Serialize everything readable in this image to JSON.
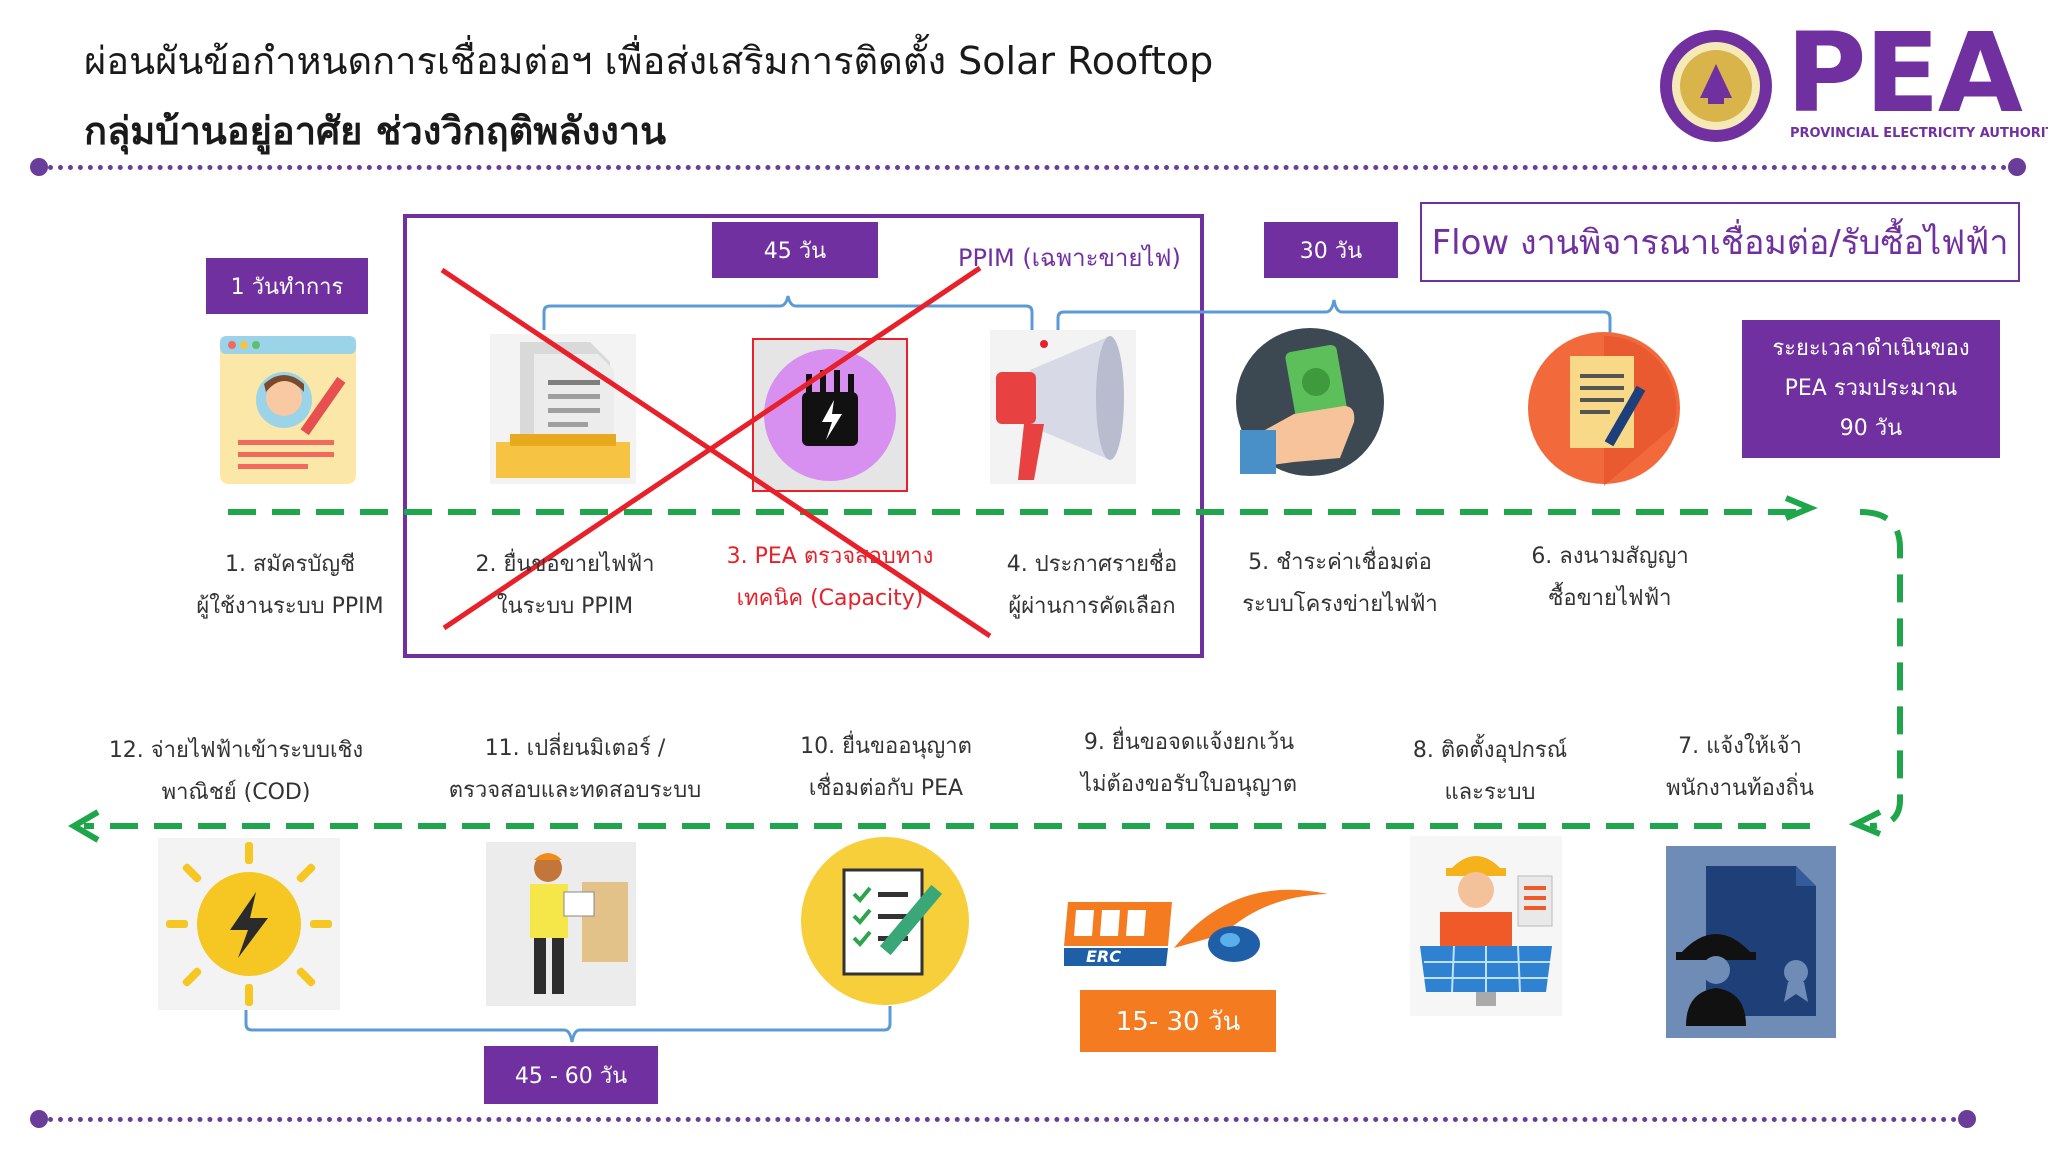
{
  "header": {
    "title_line1": "ผ่อนผันข้อกำหนดการเชื่อมต่อฯ เพื่อส่งเสริมการติดตั้ง Solar Rooftop",
    "title_line2": "กลุ่มบ้านอยู่อาศัย ช่วงวิกฤติพลังงาน",
    "logo_text": "PEA",
    "logo_subtitle": "PROVINCIAL ELECTRICITY AUTHORITY"
  },
  "flow_title": "Flow งานพิจารณาเชื่อมต่อ/รับซื้อไฟฟ้า",
  "summary_box": {
    "line1": "ระยะเวลาดำเนินของ",
    "line2": "PEA รวมประมาณ",
    "line3": "90 วัน"
  },
  "durations": {
    "step1": "1 วันทำการ",
    "ppim": "45 วัน",
    "payment": "30 วัน",
    "erc": "15- 30 วัน",
    "cod": "45 - 60 วัน"
  },
  "ppim_label": "PPIM (เฉพาะขายไฟ)",
  "steps": [
    {
      "line1": "1. สมัครบัญชี",
      "line2": "ผู้ใช้งานระบบ PPIM"
    },
    {
      "line1": "2. ยื่นขอขายไฟฟ้า",
      "line2": "ในระบบ PPIM"
    },
    {
      "line1": "3. PEA ตรวจสอบทาง",
      "line2": "เทคนิค (Capacity)"
    },
    {
      "line1": "4. ประกาศรายชื่อ",
      "line2": "ผู้ผ่านการคัดเลือก"
    },
    {
      "line1": "5. ชำระค่าเชื่อมต่อ",
      "line2": "ระบบโครงข่ายไฟฟ้า"
    },
    {
      "line1": "6. ลงนามสัญญา",
      "line2": "ซื้อขายไฟฟ้า"
    },
    {
      "line1": "7. แจ้งให้เจ้า",
      "line2": "พนักงานท้องถิ่น"
    },
    {
      "line1": "8. ติดตั้งอุปกรณ์",
      "line2": "และระบบ"
    },
    {
      "line1": "9. ยื่นขอจดแจ้งยกเว้น",
      "line2": "ไม่ต้องขอรับใบอนุญาต"
    },
    {
      "line1": "10. ยื่นขออนุญาต",
      "line2": "เชื่อมต่อกับ PEA"
    },
    {
      "line1": "11. เปลี่ยนมิเตอร์ /",
      "line2": "ตรวจสอบและทดสอบระบบ"
    },
    {
      "line1": "12. จ่ายไฟฟ้าเข้าระบบเชิง",
      "line2": "พาณิชย์ (COD)"
    }
  ],
  "erc_logo_text": "ERC",
  "colors": {
    "purple": "#7030a0",
    "green_arrow": "#1fa64a",
    "red_cross": "#e8202a",
    "orange": "#f47b20",
    "bracket_blue": "#5b9bd5"
  }
}
